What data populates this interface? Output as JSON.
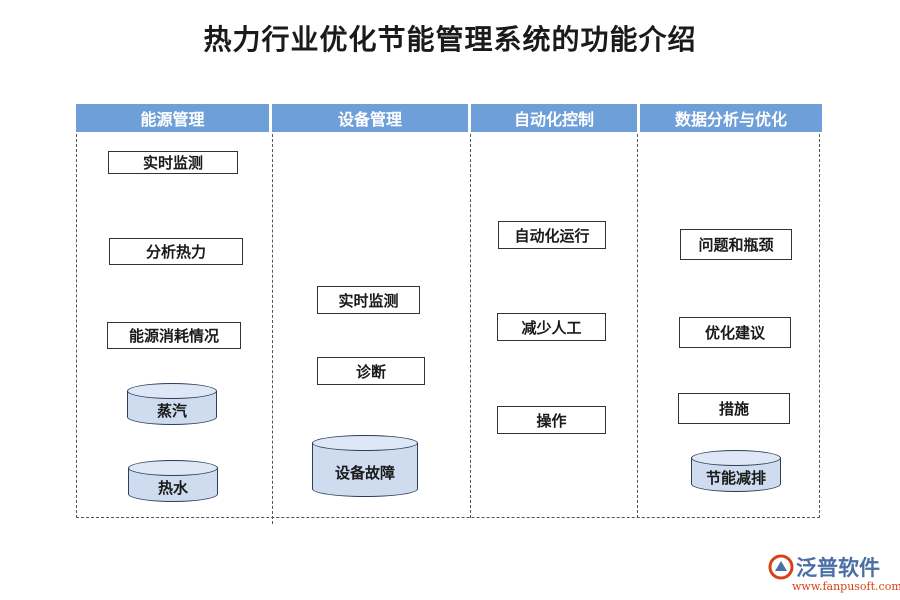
{
  "title": "热力行业优化节能管理系统的功能介绍",
  "columns": [
    {
      "header": "能源管理",
      "items": [
        "实时监测",
        "分析热力",
        "能源消耗情况"
      ],
      "cylinders": [
        "蒸汽",
        "热水"
      ]
    },
    {
      "header": "设备管理",
      "items": [
        "实时监测",
        "诊断"
      ],
      "cylinders": [
        "设备故障"
      ]
    },
    {
      "header": "自动化控制",
      "items": [
        "自动化运行",
        "减少人工",
        "操作"
      ],
      "cylinders": []
    },
    {
      "header": "数据分析与优化",
      "items": [
        "问题和瓶颈",
        "优化建议",
        "措施"
      ],
      "cylinders": [
        "节能减排"
      ]
    }
  ],
  "logo": {
    "brand": "泛普软件",
    "url": "www.fanpusoft.com",
    "icon": "fanpu-logo-icon"
  },
  "colors": {
    "header_bg": "#6f9fd8",
    "cylinder_fill": "#cfdcf0",
    "brand": "#4a6fa5",
    "url": "#d84315"
  }
}
